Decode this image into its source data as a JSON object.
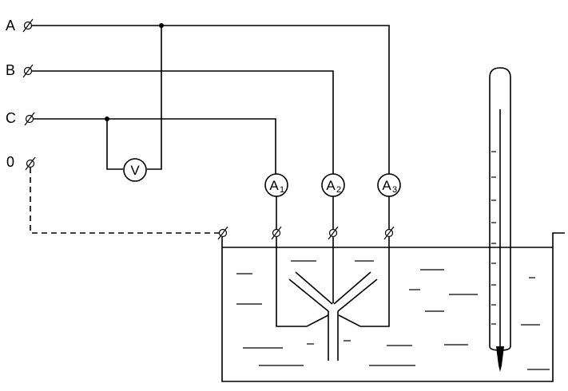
{
  "terminals": {
    "a": "A",
    "b": "B",
    "c": "C",
    "zero": "0"
  },
  "meters": {
    "voltmeter": "V",
    "ammeter_1": {
      "letter": "A",
      "index": "1"
    },
    "ammeter_2": {
      "letter": "A",
      "index": "2"
    },
    "ammeter_3": {
      "letter": "A",
      "index": "3"
    }
  }
}
